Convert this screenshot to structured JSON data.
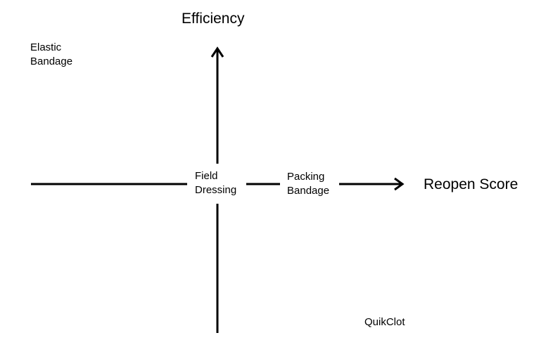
{
  "axes": {
    "vertical_title": "Efficiency",
    "horizontal_title": "Reopen Score"
  },
  "items": [
    {
      "id": "elastic-bandage",
      "lines": [
        "Elastic",
        "Bandage"
      ]
    },
    {
      "id": "field-dressing",
      "lines": [
        "Field",
        "Dressing"
      ]
    },
    {
      "id": "packing-bandage",
      "lines": [
        "Packing",
        "Bandage"
      ]
    },
    {
      "id": "quikclot",
      "lines": [
        "QuikClot"
      ]
    }
  ],
  "colors": {
    "line": "#000000",
    "text": "#000000",
    "background": "#ffffff"
  }
}
